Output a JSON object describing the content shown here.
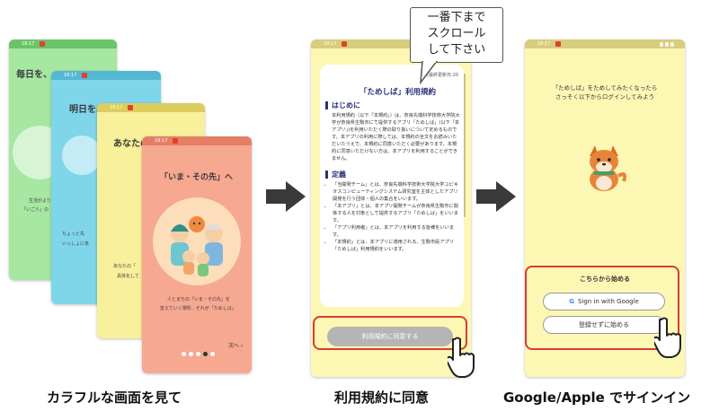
{
  "statusbar": {
    "time": "18:17"
  },
  "onboarding": {
    "screen1": {
      "headline": "毎日を、",
      "line1": "生活がより",
      "line2": "「いご人」の"
    },
    "screen2": {
      "headline": "明日を、",
      "line1": "ちょっと先",
      "line2": "いっしょに未"
    },
    "screen3": {
      "headline": "あなたの",
      "line1": "あなたの「",
      "line2": "具体化して"
    },
    "screen4": {
      "headline": "「いま・その先」へ",
      "body1": "人とまちの「いま・その先」を",
      "body2": "変えていく場所、それが「ためしば」",
      "next": "次へ ›"
    }
  },
  "terms": {
    "updated": "(最終更新日:20",
    "title": "「ためしば」利用規約",
    "section1_title": "はじめに",
    "section1_body": "本利用規約（以下「本規約」）は、奈良先端科学技術大学院大学が奈良県生駒市にて提供するアプリ「ためしば」(以下「本アプリ」)を利用いただく際の取り扱いについて定めるものです。本アプリの利用に際しては、本規約の全文をお読みいただいたうえで、本規約に同意いただく必要があります。本規約に同意いただけない方は、本アプリを利用することができません。",
    "section2_title": "定義",
    "definitions": [
      "「当開発チーム」とは、奈良先端科学技術大学院大学ユビキタスコンピューティングシステム研究室を主体としたアプリ開発を行う団体・個人の集合をいいます。",
      "「本アプリ」とは、本アプリ開発チームが奈良県生駒市に関係する人を対象として提供するアプリ「ためしば」をいいます。",
      "「アプリ利用者」とは、本アプリを利用する皆様をいいます。",
      "「本規約」とは、本アプリに適用される、生駒市民アプリ「ためしば」利用規約をいいます。"
    ],
    "agree_button": "利用規約に同意する"
  },
  "callout": {
    "line1": "一番下まで",
    "line2": "スクロール",
    "line3": "して下さい"
  },
  "login": {
    "message1": "「ためしば」をためしてみたくなったら",
    "message2": "さっそく以下からログインしてみよう",
    "start_heading": "こちらから始める",
    "google_button": "Sign in with Google",
    "guest_button": "登録せずに始める"
  },
  "captions": {
    "step1": "カラフルな画面を見て",
    "step2": "利用規約に同意",
    "step3": "Google/Apple でサインイン"
  },
  "colors": {
    "green": "#a6e7a2",
    "cyan": "#7fd6ea",
    "yellow": "#f8f09a",
    "salmon": "#f6a891",
    "cream": "#fdf7b4",
    "accent_red": "#d93a3a",
    "navy": "#2a2f7a"
  }
}
